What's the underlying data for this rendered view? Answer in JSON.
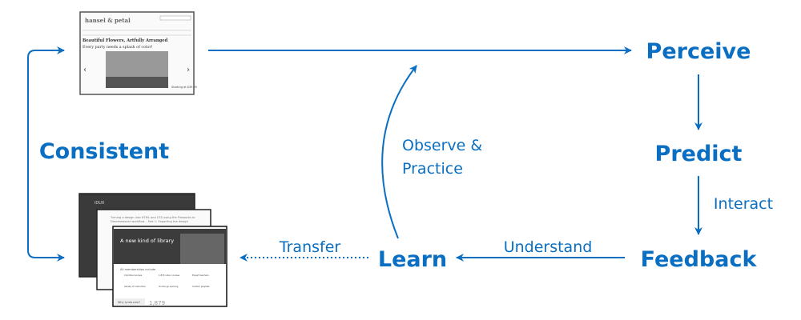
{
  "colors": {
    "accent": "#0a6fc2",
    "thumb_dark": "#3a3a3a",
    "thumb_border": "#222222"
  },
  "nodes": {
    "perceive": "Perceive",
    "predict": "Predict",
    "feedback": "Feedback",
    "learn": "Learn",
    "consistent": "Consistent"
  },
  "edges": {
    "interact": "Interact",
    "understand": "Understand",
    "transfer": "Transfer",
    "observe_line1": "Observe &",
    "observe_line2": "Practice"
  },
  "thumbnails": {
    "single": {
      "logo": "hansel & petal",
      "headline": "Beautiful Flowers, Artfully Arranged",
      "subhead": "Every party needs a splash of color!",
      "price": "Starting at $39.95"
    },
    "stack": {
      "back_title": "iDUX",
      "middle_title": "Turning a design into HTML and CSS using the Fireworks to Dreamweaver workflow – Part 1: Exporting the design",
      "front_headline": "A new kind of library",
      "front_section": "All memberships include",
      "front_features": [
        "Unlimited access",
        "1,879 video courses",
        "Expert teachers",
        "Variety of instruction",
        "On-the-go learning",
        "Custom playlists"
      ],
      "front_count": "1,879",
      "front_why": "Why lynda.com?"
    }
  }
}
